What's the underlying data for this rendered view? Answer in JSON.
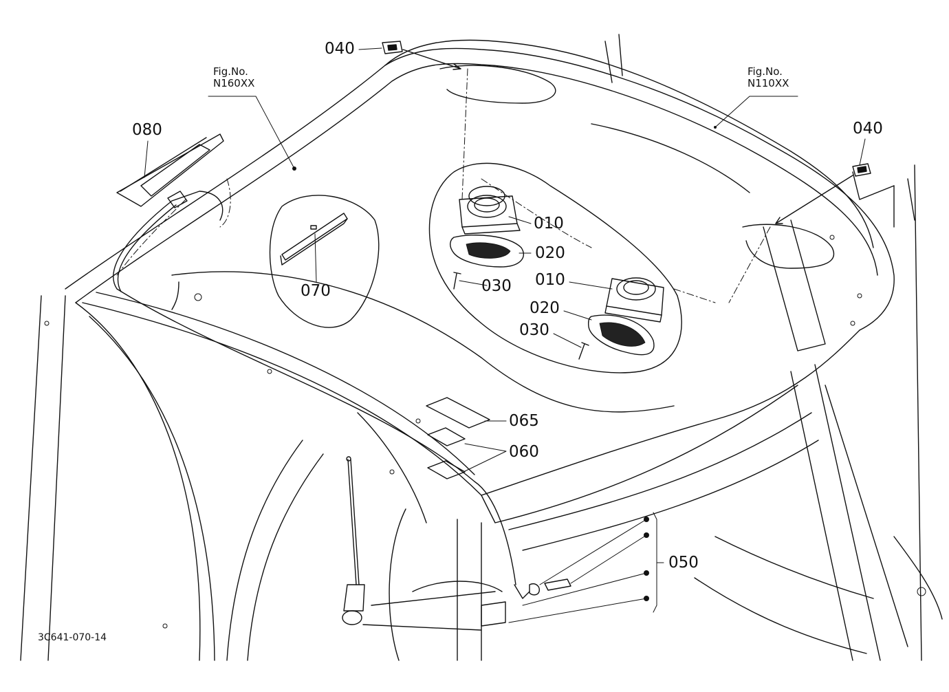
{
  "diagram": {
    "figure_refs": [
      {
        "line1": "Fig.No.",
        "line2": "N160XX"
      },
      {
        "line1": "Fig.No.",
        "line2": "N110XX"
      }
    ],
    "callouts": {
      "p040_left": "040",
      "p040_right": "040",
      "p080": "080",
      "p070": "070",
      "p010_a": "010",
      "p020_a": "020",
      "p030_a": "030",
      "p010_b": "010",
      "p020_b": "020",
      "p030_b": "030",
      "p065": "065",
      "p060": "060",
      "p050": "050"
    },
    "drawing_code": "3C641-070-14"
  }
}
